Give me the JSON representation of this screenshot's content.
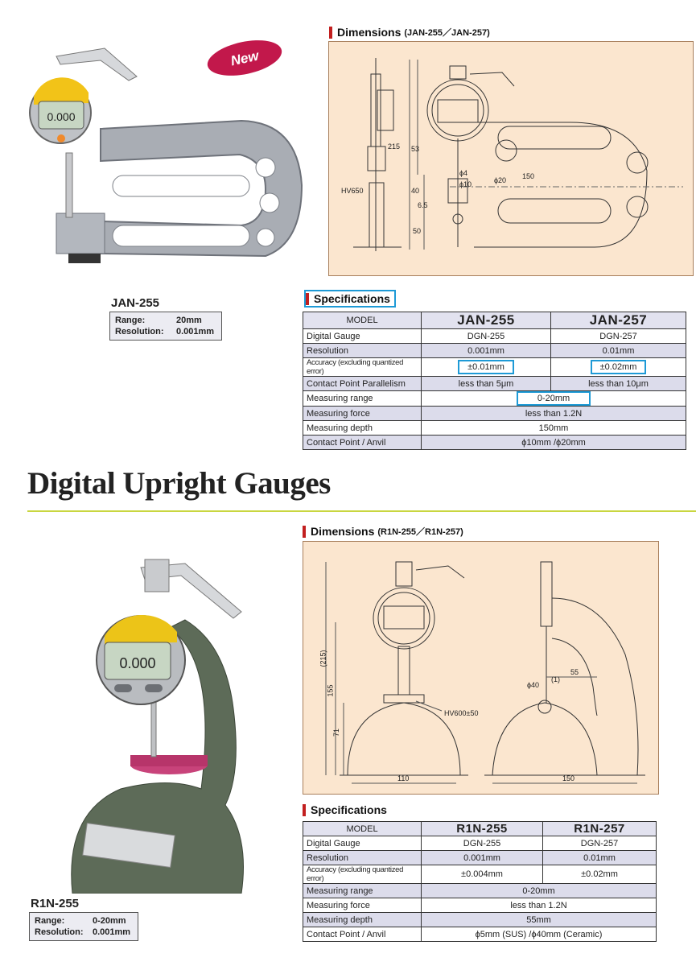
{
  "badge": {
    "label": "New"
  },
  "gauge_display": {
    "reading": "0.000"
  },
  "top": {
    "dimensions": {
      "title": "Dimensions",
      "subtitle": "(JAN-255／JAN-257)",
      "labels": {
        "d53": "53",
        "d215": "215",
        "d40": "40",
        "d65": "6.5",
        "d50": "50",
        "phi4": "ϕ4",
        "phi20": "ϕ20",
        "phi10": "ϕ10",
        "d150": "150",
        "hv": "HV650"
      }
    },
    "model": {
      "name": "JAN-255",
      "range_label": "Range:",
      "range_value": "20mm",
      "res_label": "Resolution:",
      "res_value": "0.001mm"
    },
    "spec": {
      "title": "Specifications",
      "header": {
        "label": "MODEL",
        "col1": "JAN-255",
        "col2": "JAN-257"
      },
      "rows": [
        {
          "label": "Digital Gauge",
          "c1": "DGN-255",
          "c2": "DGN-257"
        },
        {
          "label": "Resolution",
          "c1": "0.001mm",
          "c2": "0.01mm"
        },
        {
          "label": "Accuracy (excluding quantized error)",
          "c1": "±0.01mm",
          "c2": "±0.02mm"
        },
        {
          "label": "Contact Point Parallelism",
          "c1": "less than 5μm",
          "c2": "less than 10μm"
        },
        {
          "label": "Measuring range",
          "v": "0-20mm"
        },
        {
          "label": "Measuring force",
          "v": "less than 1.2N"
        },
        {
          "label": "Measuring depth",
          "v": "150mm"
        },
        {
          "label": "Contact Point / Anvil",
          "v": "ϕ10mm /ϕ20mm"
        }
      ]
    }
  },
  "section2": {
    "title": "Digital Upright Gauges"
  },
  "bottom": {
    "dimensions": {
      "title": "Dimensions",
      "subtitle": "(R1N-255／R1N-257)",
      "labels": {
        "d215": "(215)",
        "d155": "155",
        "d71": "71",
        "d55": "55",
        "phi40": "ϕ40",
        "one": "(1)",
        "hv": "HV600±50",
        "d110": "110",
        "d150": "150"
      }
    },
    "model": {
      "name": "R1N-255",
      "range_label": "Range:",
      "range_value": "0-20mm",
      "res_label": "Resolution:",
      "res_value": "0.001mm"
    },
    "spec": {
      "title": "Specifications",
      "header": {
        "label": "MODEL",
        "col1": "R1N-255",
        "col2": "R1N-257"
      },
      "rows": [
        {
          "label": "Digital Gauge",
          "c1": "DGN-255",
          "c2": "DGN-257"
        },
        {
          "label": "Resolution",
          "c1": "0.001mm",
          "c2": "0.01mm"
        },
        {
          "label": "Accuracy (excluding quantized error)",
          "c1": "±0.004mm",
          "c2": "±0.02mm"
        },
        {
          "label": "Measuring range",
          "v": "0-20mm"
        },
        {
          "label": "Measuring force",
          "v": "less than 1.2N"
        },
        {
          "label": "Measuring depth",
          "v": "55mm"
        },
        {
          "label": "Contact Point / Anvil",
          "v": "ϕ5mm (SUS) /ϕ40mm (Ceramic)"
        }
      ]
    }
  }
}
